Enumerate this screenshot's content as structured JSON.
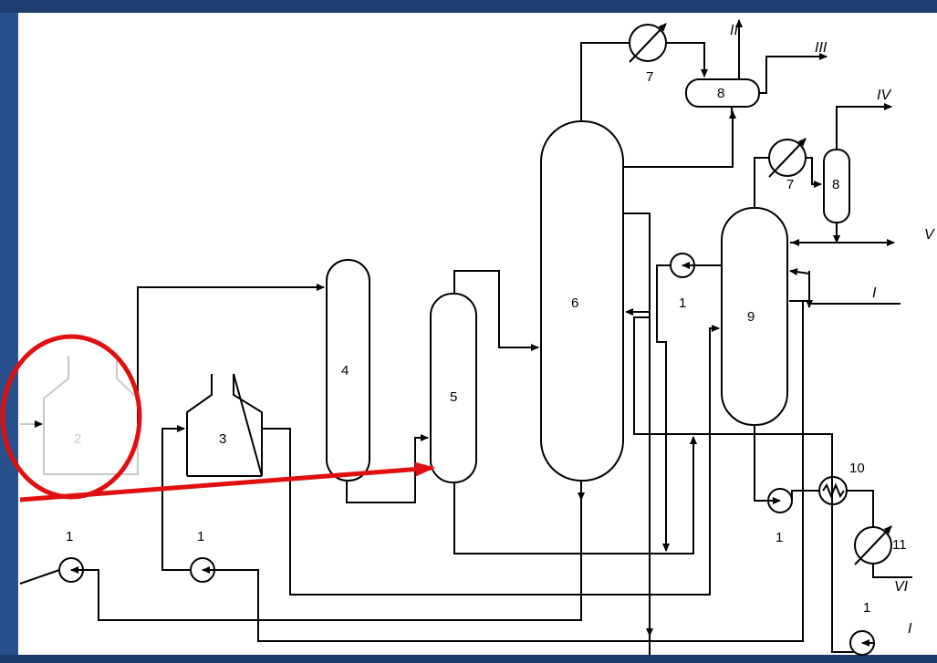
{
  "equipment": {
    "pump_1": "1",
    "furnace_2": "2",
    "reactor_3": "3",
    "column_4": "4",
    "column_5": "5",
    "column_6": "6",
    "cooler_7": "7",
    "drum_8": "8",
    "column_9": "9",
    "heat_exchanger_10": "10",
    "cooler_11": "11"
  },
  "streams": {
    "I": "I",
    "II": "II",
    "III": "III",
    "IV": "IV",
    "V": "V",
    "VI": "VI"
  },
  "colors": {
    "background": "#1a3a6b",
    "diagram": "#ffffff",
    "line": "#000000",
    "highlight": "#e01010",
    "faded": "#c8c8c8"
  }
}
